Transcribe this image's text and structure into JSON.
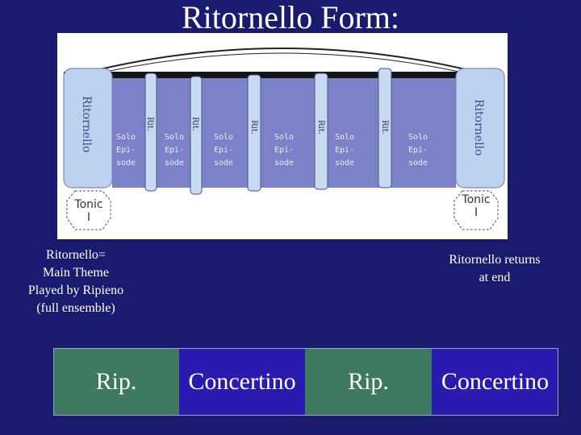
{
  "slide": {
    "title": "Ritornello Form:"
  },
  "figure": {
    "ritornello_side_label": "Ritornello",
    "rit_tag": "Rit.",
    "episode_text": "Solo\nEpi-\nsode",
    "tonic": {
      "label": "Tonic",
      "numeral": "I"
    }
  },
  "captions": {
    "left": [
      "Ritornello=",
      "Main Theme",
      "Played by Ripieno",
      "(full ensemble)"
    ],
    "right": [
      "Ritornello returns",
      "at end"
    ]
  },
  "strip": {
    "cells": [
      "Rip.",
      "Concertino",
      "Rip.",
      "Concertino"
    ]
  },
  "colors": {
    "background": "#1a1a6e",
    "ripieno": "#3e7a62",
    "concertino": "#2a1ab0",
    "figure_block": "#7b82c8"
  }
}
